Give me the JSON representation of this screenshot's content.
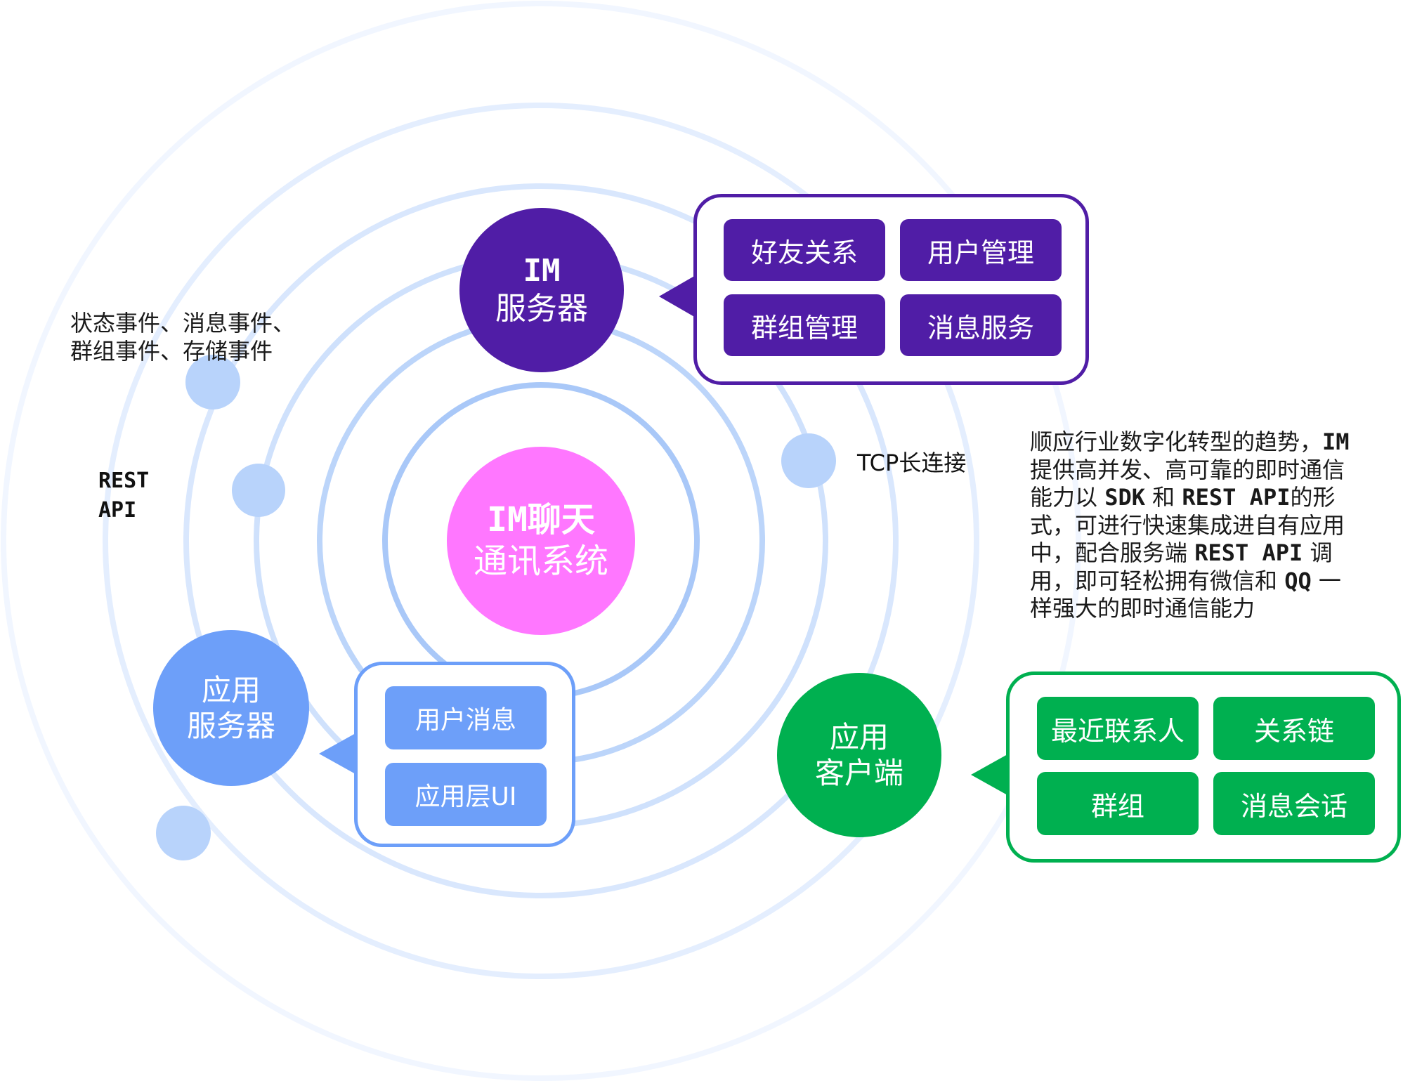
{
  "center": {
    "line1": "IM聊天",
    "line2": "通讯系统"
  },
  "im_server": {
    "line1": "IM",
    "line2": "服务器",
    "features": [
      "好友关系",
      "用户管理",
      "群组管理",
      "消息服务"
    ]
  },
  "app_server": {
    "line1": "应用",
    "line2": "服务器",
    "features": [
      "用户消息",
      "应用层UI"
    ]
  },
  "app_client": {
    "line1": "应用",
    "line2": "客户端",
    "features": [
      "最近联系人",
      "关系链",
      "群组",
      "消息会话"
    ]
  },
  "labels": {
    "events_line1": "状态事件、消息事件、",
    "events_line2": "群组事件、存储事件",
    "rest_line1": "REST",
    "rest_line2": "API",
    "tcp": "TCP长连接"
  },
  "description": [
    [
      {
        "t": "顺应行业数字化转型的趋势，"
      },
      {
        "t": "IM",
        "m": true
      }
    ],
    [
      {
        "t": "提供高并发、高可靠的即时通信"
      }
    ],
    [
      {
        "t": "能力以 "
      },
      {
        "t": "SDK",
        "m": true
      },
      {
        "t": " 和 "
      },
      {
        "t": "REST API",
        "m": true
      },
      {
        "t": "的形"
      }
    ],
    [
      {
        "t": "式，可进行快速集成进自有应用"
      }
    ],
    [
      {
        "t": "中，配合服务端 "
      },
      {
        "t": "REST API",
        "m": true
      },
      {
        "t": " 调"
      }
    ],
    [
      {
        "t": "用，即可轻松拥有微信和 "
      },
      {
        "t": "QQ",
        "m": true
      },
      {
        "t": " 一"
      }
    ],
    [
      {
        "t": "样强大的即时通信能力"
      }
    ]
  ],
  "colors": {
    "im_server": "#501da6",
    "app_server": "#6d9ff9",
    "app_client": "#00b050",
    "center": "#ff77ff",
    "ring": "#a9c8f8",
    "ring_faint": "#dde9fd",
    "dot": "#b8d3fb"
  }
}
